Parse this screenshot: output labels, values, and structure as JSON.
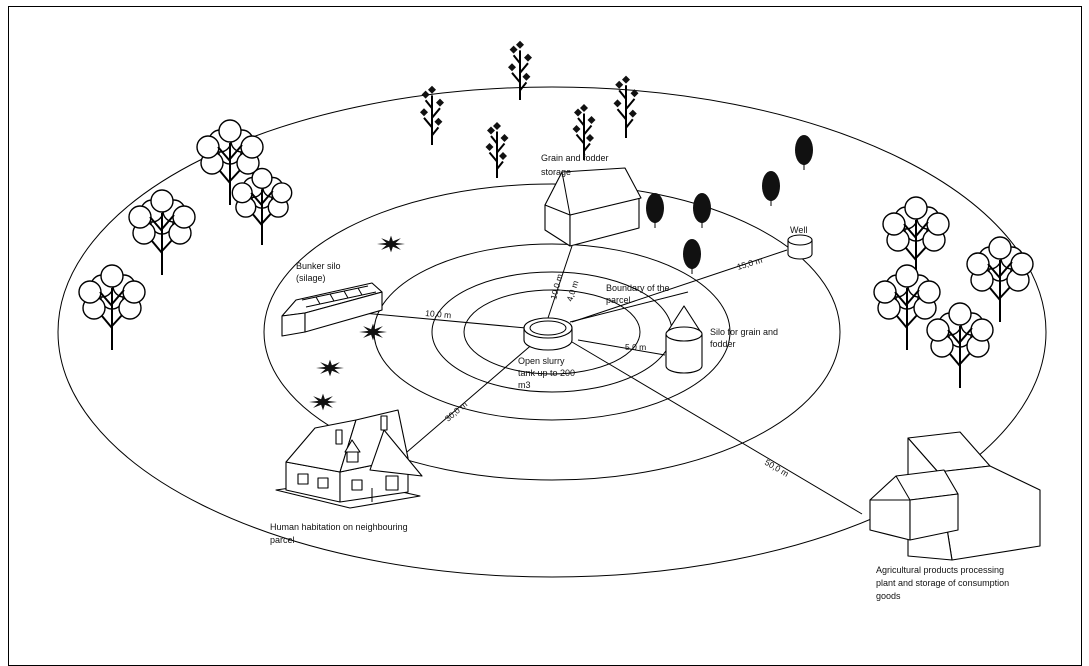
{
  "diagram": {
    "labels": {
      "grain_storage": [
        "Grain and fodder",
        "storage"
      ],
      "bunker_silo": [
        "Bunker silo",
        "(silage)"
      ],
      "well": "Well",
      "boundary": [
        "Boundary of the",
        "parcel"
      ],
      "silo_grain": [
        "Silo for grain and",
        "fodder"
      ],
      "tank": [
        "Open slurry",
        "tank up to 200",
        "m3"
      ],
      "habitation": [
        "Human habitation on neighbouring",
        "parcel"
      ],
      "processing": [
        "Agricultural products processing",
        "plant and storage of consumption",
        "goods"
      ]
    },
    "distances": {
      "d_10_up": "10,0 m",
      "d_4": "4,0 m",
      "d_15": "15,0 m",
      "d_10_left": "10,0 m",
      "d_5": "5,0 m",
      "d_30": "30,0 m",
      "d_50": "50,0 m"
    }
  }
}
